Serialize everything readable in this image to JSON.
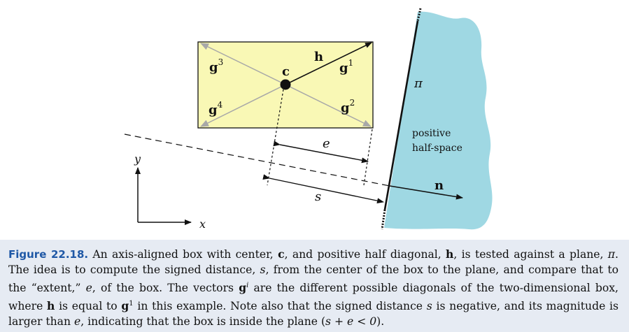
{
  "figure": {
    "labels": {
      "center": "c",
      "half_diagonal": "h",
      "g1": "g",
      "g1_sup": "1",
      "g2": "g",
      "g2_sup": "2",
      "g3": "g",
      "g3_sup": "3",
      "g4": "g",
      "g4_sup": "4",
      "extent": "e",
      "signed_distance": "s",
      "plane": "π",
      "normal": "n",
      "region_line1": "positive",
      "region_line2": "half-space",
      "axis_y": "y",
      "axis_x": "x"
    },
    "colors": {
      "box_fill": "#f9f8b5",
      "half_space_fill": "#9fd8e3",
      "diagonal_gray": "#a8a8a8",
      "line": "#111111",
      "caption_background": "#e6ebf3",
      "caption_label": "#1f58a6"
    }
  },
  "caption": {
    "label": "Figure 22.18.",
    "segments": [
      {
        "t": " An axis-aligned box with center, ",
        "s": ""
      },
      {
        "t": "c",
        "s": "b"
      },
      {
        "t": ", and positive half diagonal, ",
        "s": ""
      },
      {
        "t": "h",
        "s": "b"
      },
      {
        "t": ", is tested against a plane, ",
        "s": ""
      },
      {
        "t": "π",
        "s": "i"
      },
      {
        "t": ". The idea is to compute the signed distance, ",
        "s": ""
      },
      {
        "t": "s",
        "s": "i"
      },
      {
        "t": ", from the center of the box to the plane, and compare that to the “extent,” ",
        "s": ""
      },
      {
        "t": "e",
        "s": "i"
      },
      {
        "t": ", of the box. The vectors ",
        "s": ""
      },
      {
        "t": "g",
        "s": "b"
      },
      {
        "t": "i",
        "s": "supi"
      },
      {
        "t": " are the different possible diagonals of the two-dimensional box, where ",
        "s": ""
      },
      {
        "t": "h",
        "s": "b"
      },
      {
        "t": " is equal to ",
        "s": ""
      },
      {
        "t": "g",
        "s": "b"
      },
      {
        "t": "1",
        "s": "sup"
      },
      {
        "t": " in this example. Note also that the signed distance ",
        "s": ""
      },
      {
        "t": "s",
        "s": "i"
      },
      {
        "t": " is negative, and its magnitude is larger than ",
        "s": ""
      },
      {
        "t": "e",
        "s": "i"
      },
      {
        "t": ", indicating that the box is inside the plane (",
        "s": ""
      },
      {
        "t": "s + e < 0",
        "s": "i"
      },
      {
        "t": ").",
        "s": ""
      }
    ]
  }
}
